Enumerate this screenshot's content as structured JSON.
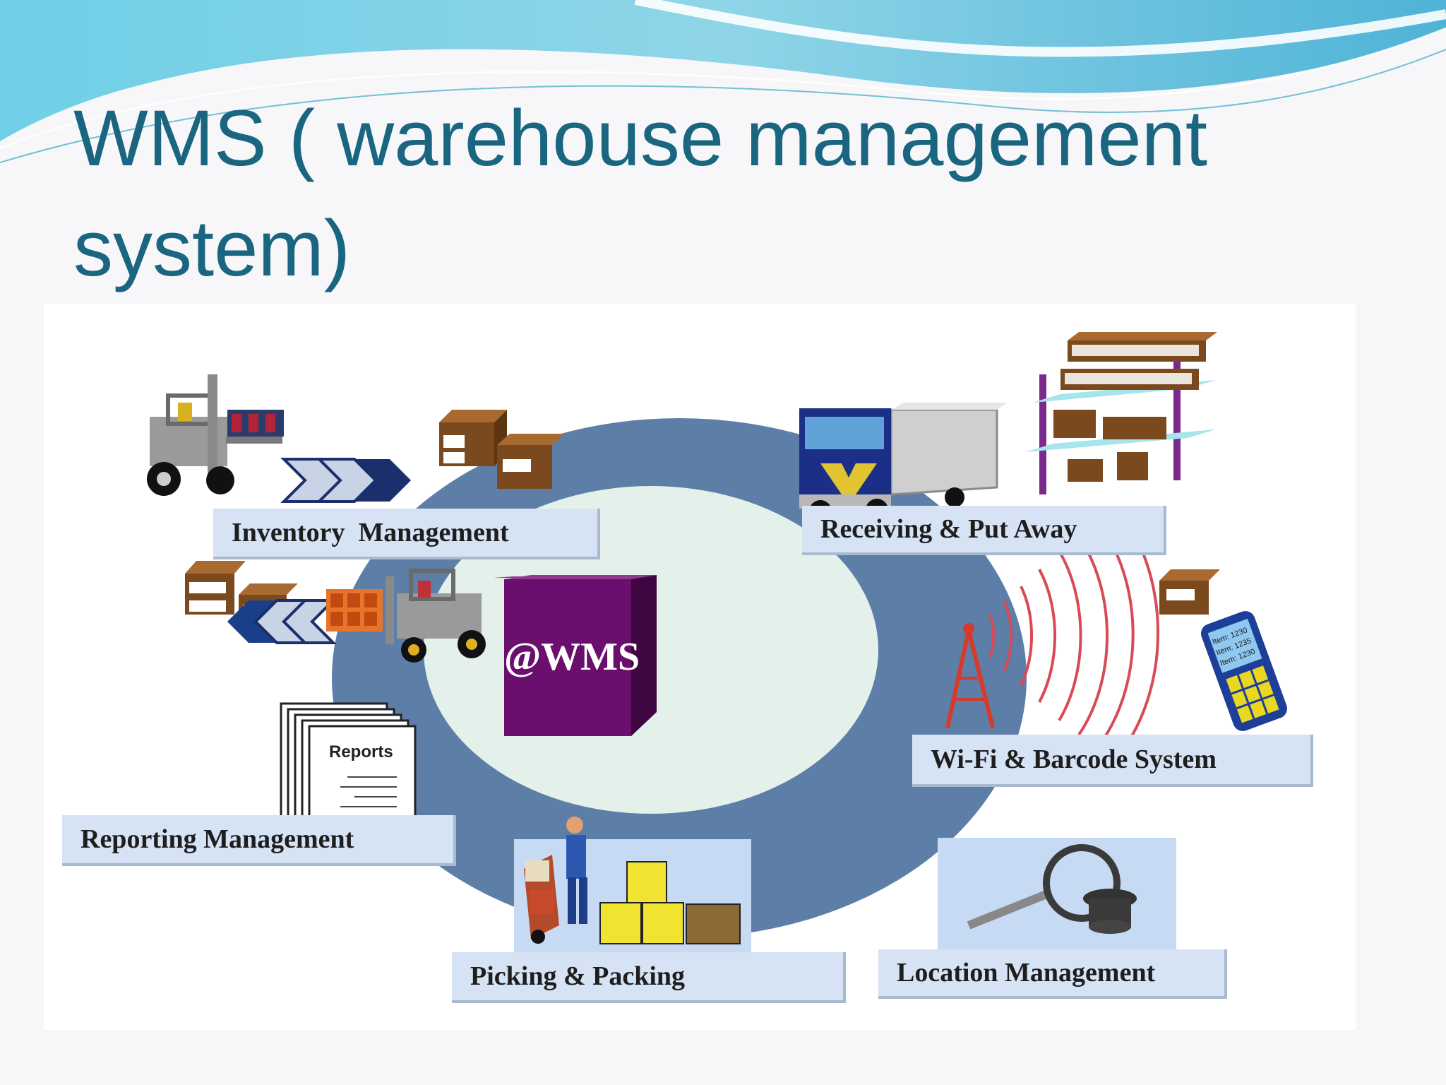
{
  "slide": {
    "title": "WMS ( warehouse management system)"
  },
  "diagram": {
    "center_label": "@WMS",
    "modules": [
      {
        "label": "Inventory  Management"
      },
      {
        "label": "Receiving & Put Away"
      },
      {
        "label": "Wi-Fi & Barcode System"
      },
      {
        "label": "Location Management"
      },
      {
        "label": "Picking & Packing"
      },
      {
        "label": "Reporting Management"
      }
    ],
    "reports_caption": "Reports",
    "phone_screen": [
      "Item: 1230",
      "Item: 1235",
      "Item: 1230"
    ]
  },
  "colors": {
    "title": "#1a6680",
    "outer_ring": "#5d7ea6",
    "inner_ellipse": "#e4f1ea",
    "center_box": "#6b0f6e",
    "label_box": "#d6e3f5",
    "header_wave": "#5fc3dc"
  },
  "icons": [
    "forklift-icon",
    "box-icon",
    "truck-icon",
    "shelf-rack-icon",
    "radio-tower-icon",
    "handheld-scanner-icon",
    "magnifier-icon",
    "reports-document-icon",
    "hand-truck-worker-icon"
  ]
}
